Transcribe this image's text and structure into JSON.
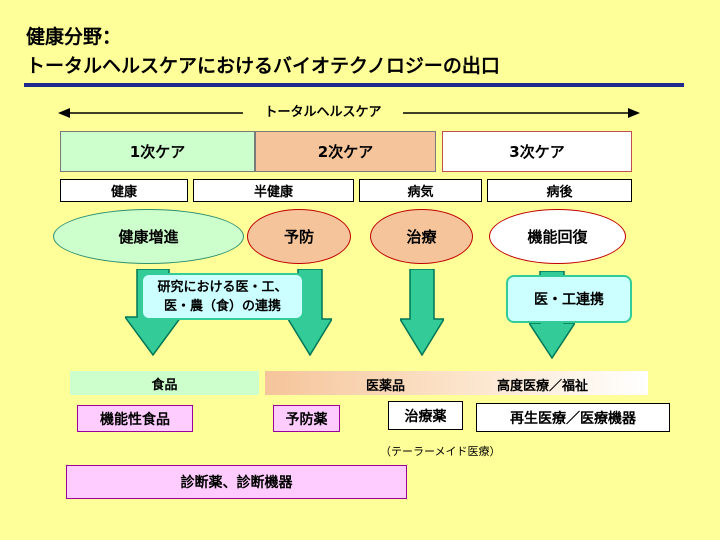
{
  "title": {
    "line1": "健康分野：",
    "line2": "トータルヘルスケアにおけるバイオテクノロジーの出口"
  },
  "total_care_label": "トータルヘルスケア",
  "care_levels": [
    "1次ケア",
    "2次ケア",
    "3次ケア"
  ],
  "states": [
    "健康",
    "半健康",
    "病気",
    "病後"
  ],
  "goals": [
    "健康増進",
    "予防",
    "治療",
    "機能回復"
  ],
  "callouts": {
    "research": "研究における医・工、医・農（食）の連携",
    "research_line1": "研究における医・工、",
    "research_line2": "医・農（食）の連携",
    "med_eng": "医・工連携"
  },
  "categories": {
    "food": "食品",
    "pharma": "医薬品",
    "advanced": "高度医療／福祉"
  },
  "products": {
    "functional_food": "機能性食品",
    "preventive_drug": "予防薬",
    "therapeutic_drug": "治療薬",
    "regenerative": "再生医療／医療機器",
    "tailor_made": "（テーラーメイド医療）",
    "diagnostics": "診断薬、診断機器"
  },
  "colors": {
    "background": "#ffff99",
    "title_rule": "#1f2a8c",
    "care1": "#ccffcc",
    "care2": "#f5c49a",
    "care3_border": "#c0504d",
    "ellipse_fill": "#ccffcc",
    "ellipse_health_border": "#2f8f6f",
    "ellipse_orange_fill": "#f5c49a",
    "ellipse_red_border": "#c00000",
    "arrow_fill": "#33cc99",
    "arrow_stroke": "#007755",
    "callout_fill": "#ccffff",
    "callout_border": "#33cc99",
    "product_fill": "#ffccff",
    "product_border": "#990099"
  }
}
